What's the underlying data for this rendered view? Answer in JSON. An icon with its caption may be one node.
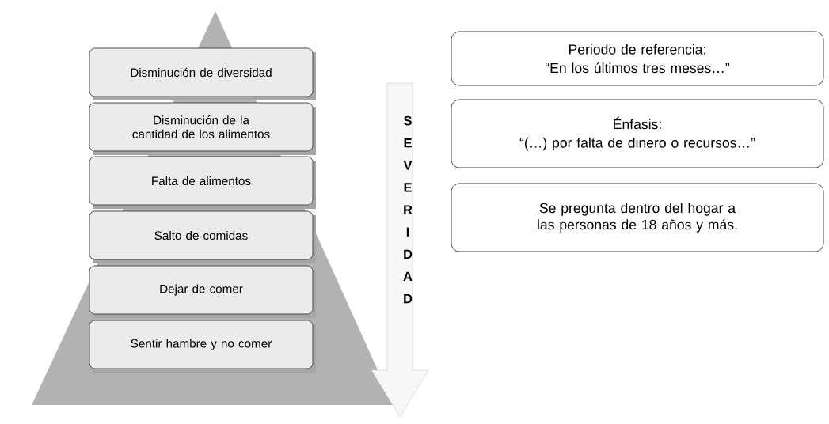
{
  "diagram": {
    "nodes": [
      {
        "text": [
          "Disminución de diversidad"
        ]
      },
      {
        "text": [
          "Disminución de la cantidad de los alimentos"
        ]
      },
      {
        "text": [
          "Falta de alimentos"
        ]
      },
      {
        "text": [
          "Salto de comidas"
        ]
      },
      {
        "text": [
          "Dejar de comer"
        ]
      },
      {
        "text": [
          "Sentir hambre y no comer"
        ]
      },
      {
        "text": [
          "S E V E R I D A D"
        ]
      },
      {
        "text": [
          "Periodo de referencia:",
          "“En los últimos tres meses…”"
        ]
      },
      {
        "text": [
          "Énfasis:",
          "“(…) por falta de dinero o recursos…”"
        ]
      },
      {
        "text": [
          "Se pregunta dentro del hogar a las personas de 18 años y más."
        ]
      }
    ],
    "edges": []
  }
}
